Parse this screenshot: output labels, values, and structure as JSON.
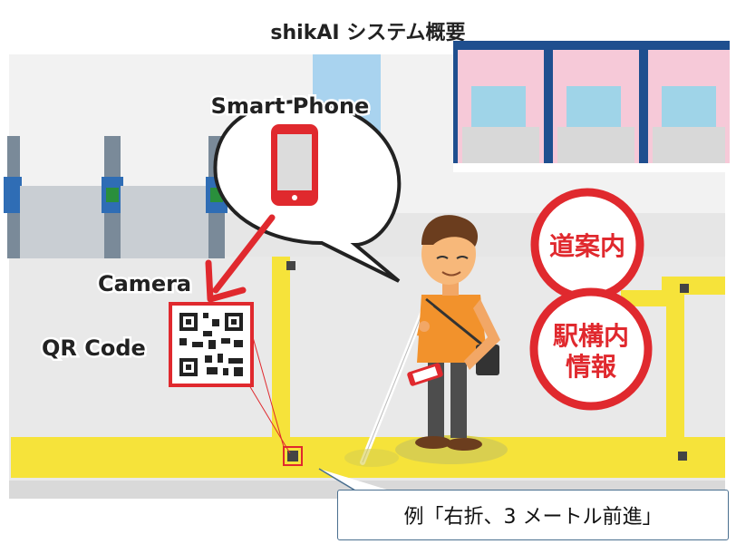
{
  "title": "shikAI システム概要",
  "labels": {
    "smart_phone": "Smart Phone",
    "camera": "Camera",
    "qr_code": "QR Code"
  },
  "bubbles": {
    "route_guidance": "道案内",
    "station_info_line1": "駅構内",
    "station_info_line2": "情報"
  },
  "callout": {
    "example_text": "例「右折、3 メートル前進」"
  },
  "colors": {
    "tactile_paving": "#f6e33a",
    "accent_red": "#e0292e",
    "floor": "#e9e9e9",
    "wall": "#f2f2f2",
    "ticket_machine_frame": "#1f4f8f",
    "callout_border": "#4a6f8f"
  },
  "icons": [
    "smartphone-icon",
    "qr-code-icon",
    "arrow-icon",
    "ticket-gate-icon",
    "ticket-machine-icon",
    "person-figure"
  ]
}
